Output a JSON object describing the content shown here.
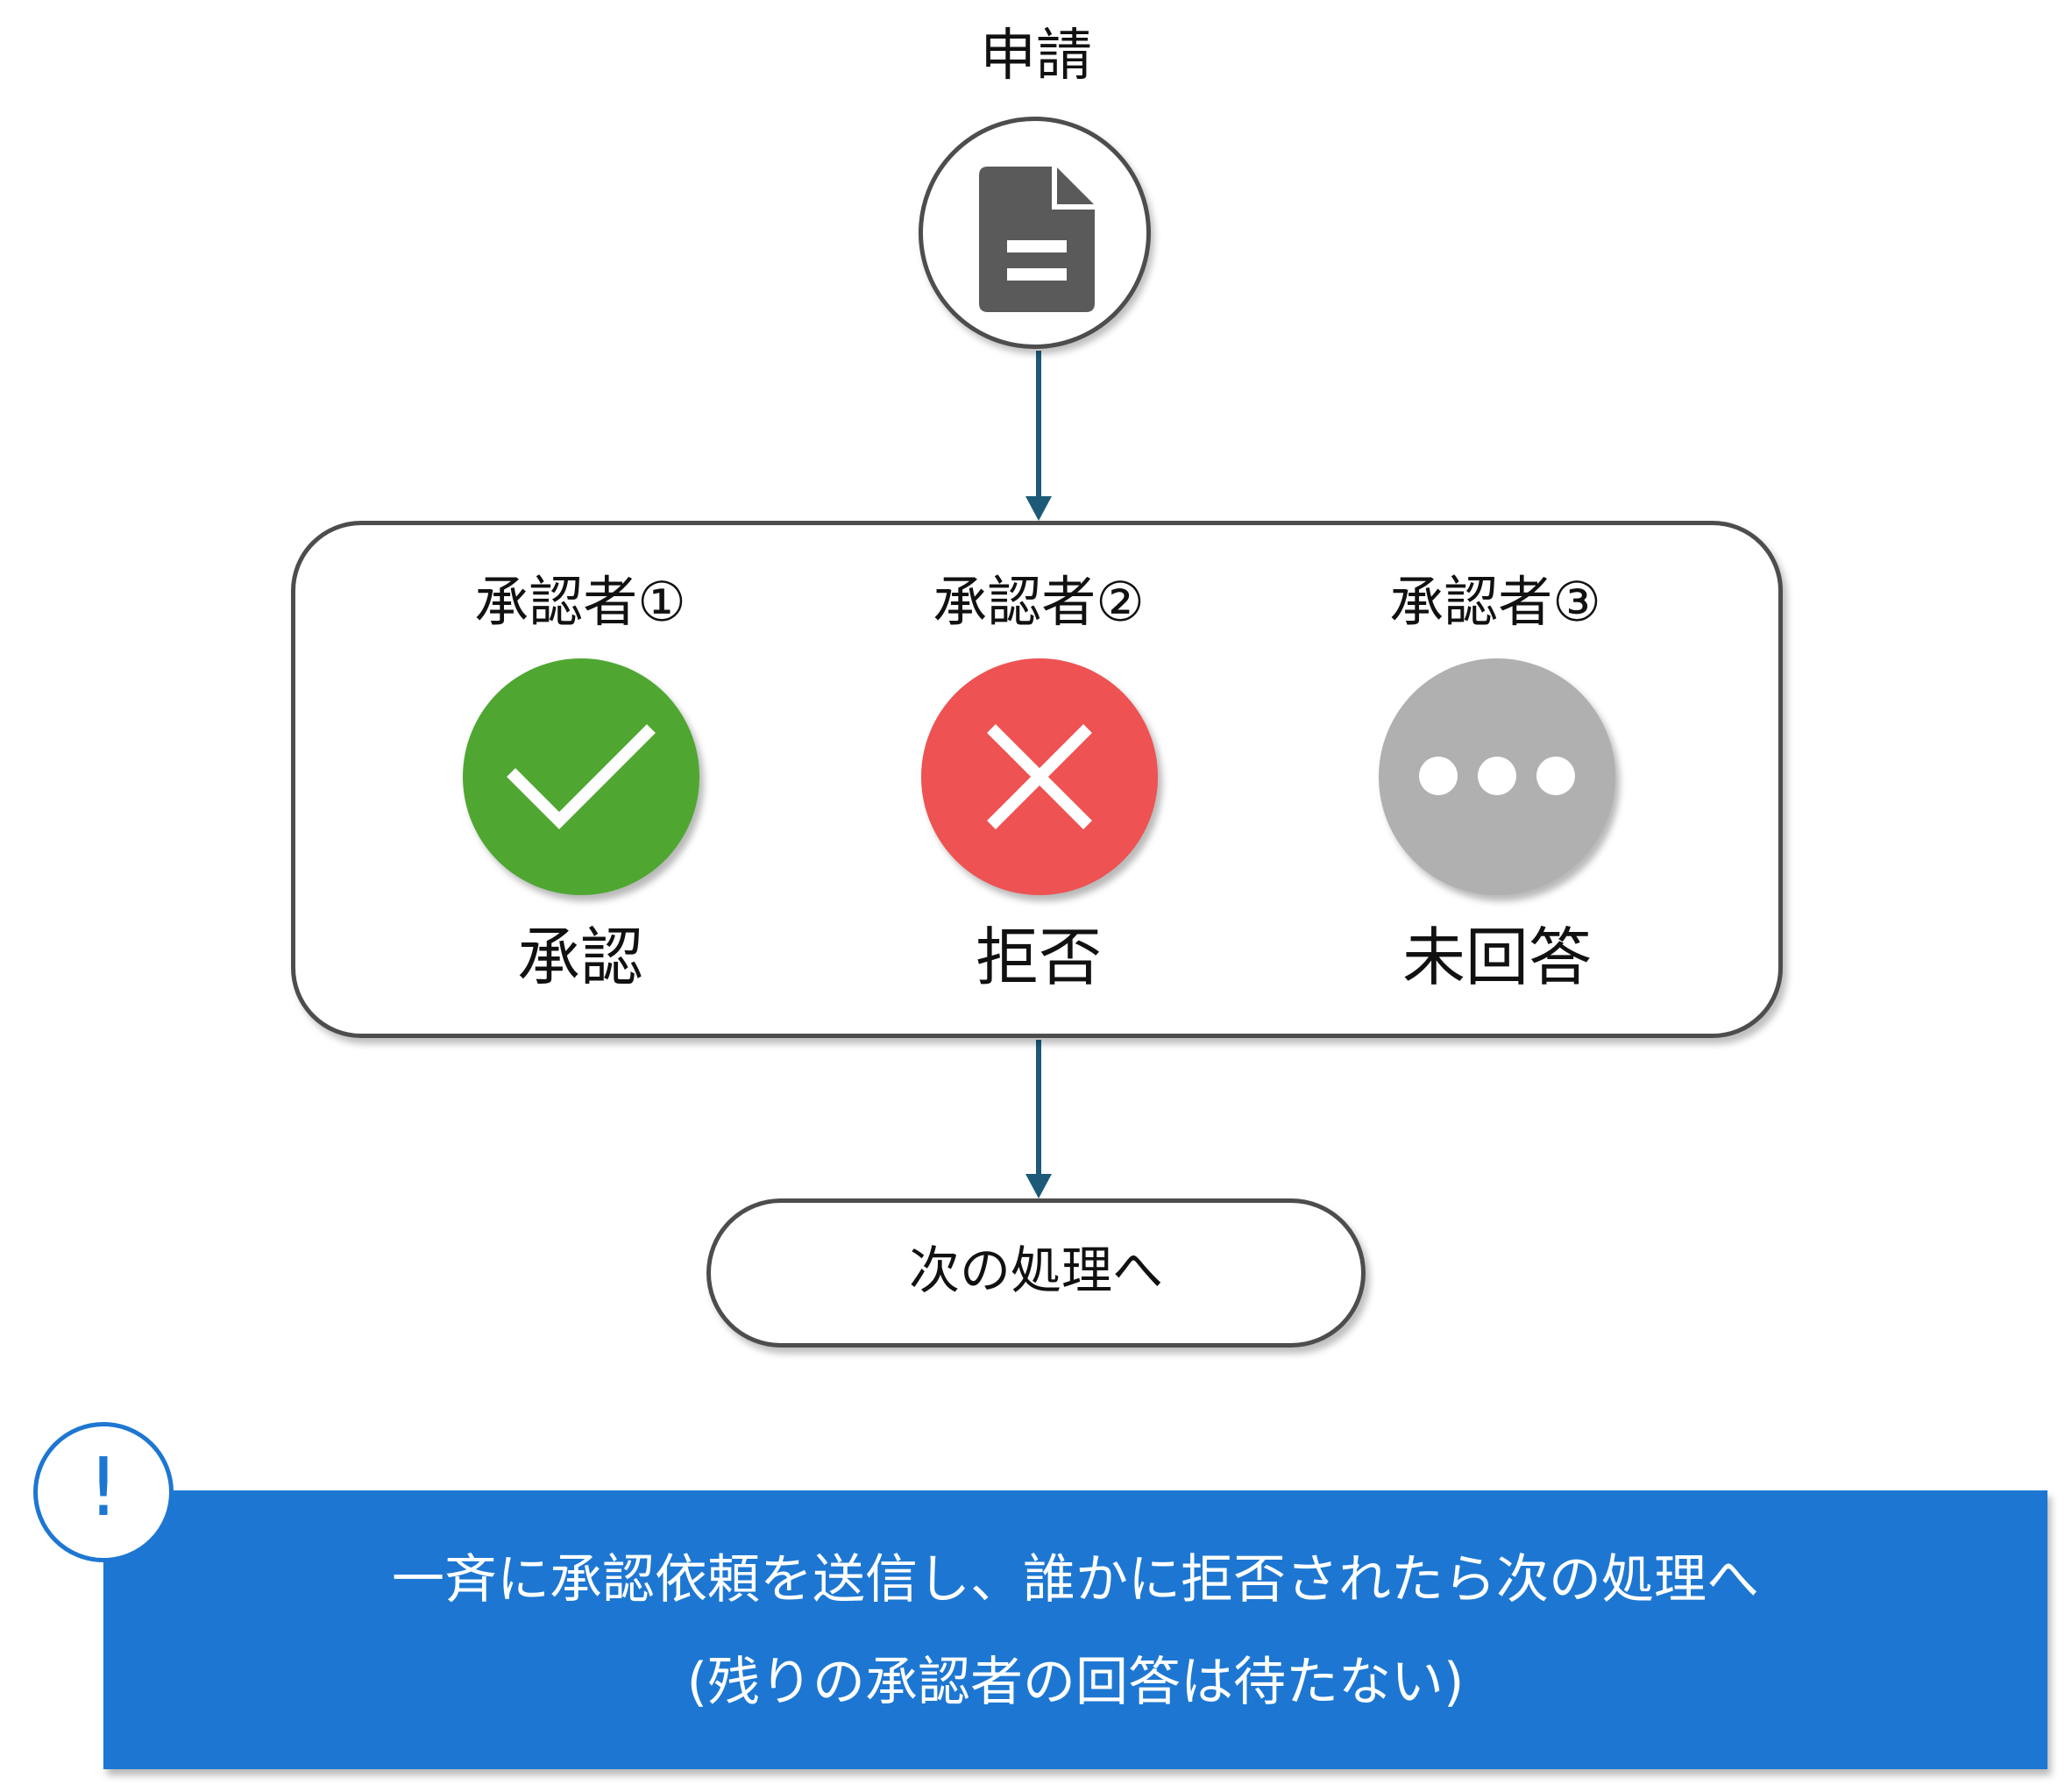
{
  "start": {
    "title": "申請",
    "icon": "document-icon"
  },
  "approvers": [
    {
      "name": "承認者①",
      "status": "承認",
      "icon": "check-icon",
      "color": "#4fa732"
    },
    {
      "name": "承認者②",
      "status": "拒否",
      "icon": "close-icon",
      "color": "#ee5252"
    },
    {
      "name": "承認者③",
      "status": "未回答",
      "icon": "ellipsis-icon",
      "color": "#b0b0b0"
    }
  ],
  "next": {
    "label": "次の処理へ"
  },
  "note": {
    "icon": "alert-icon",
    "icon_glyph": "!",
    "line1": "一斉に承認依頼を送信し、誰かに拒否されたら次の処理へ",
    "line2": "(残りの承認者の回答は待たない)",
    "color": "#1d77d2"
  },
  "colors": {
    "connector": "#1c5a78",
    "border": "#4d4d4d",
    "icon_dark": "#5a5a5a"
  }
}
